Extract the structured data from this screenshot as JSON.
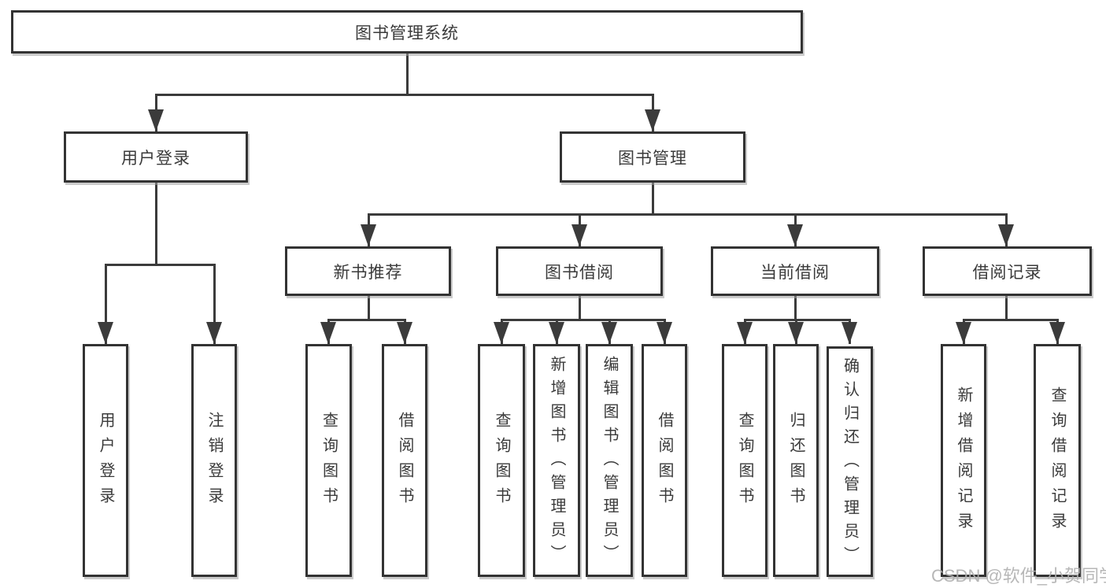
{
  "tree": {
    "root": "图书管理系统",
    "branches": [
      {
        "label": "用户登录",
        "children": [
          "用户登录",
          "注销登录"
        ]
      },
      {
        "label": "图书管理",
        "sections": [
          {
            "label": "新书推荐",
            "children": [
              "查询图书",
              "借阅图书"
            ]
          },
          {
            "label": "图书借阅",
            "children": [
              "查询图书",
              "新增图书（管理员）",
              "编辑图书（管理员）",
              "借阅图书"
            ]
          },
          {
            "label": "当前借阅",
            "children": [
              "查询图书",
              "归还图书",
              "确认归还（管理员）"
            ]
          },
          {
            "label": "借阅记录",
            "children": [
              "新增借阅记录",
              "查询借阅记录"
            ]
          }
        ]
      }
    ]
  },
  "watermark": {
    "text": "CSDN @软件_小贺同学"
  },
  "colors": {
    "line": "#3b3b3b",
    "box_border": "#333333",
    "text": "#3a3a3a",
    "background": "#ffffff",
    "watermark": "#afafaf"
  }
}
